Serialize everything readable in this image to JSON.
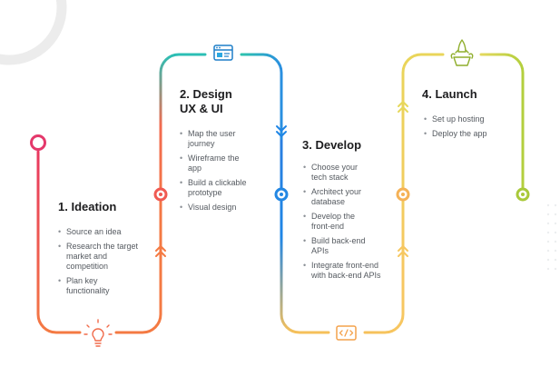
{
  "stages": [
    {
      "id": "ideation",
      "title": "1. Ideation",
      "items": [
        "Source an idea",
        "Research the target market and competition",
        "Plan key functionality"
      ],
      "icon": "lightbulb-icon",
      "color": "#f0574b"
    },
    {
      "id": "design",
      "title_line1": "2. Design",
      "title_line2": "UX & UI",
      "items": [
        "Map the user journey",
        "Wireframe the app",
        "Build a clickable prototype",
        "Visual design"
      ],
      "icon": "browser-window-icon",
      "color": "#1f9bd7"
    },
    {
      "id": "develop",
      "title": "3. Develop",
      "items": [
        "Choose your tech stack",
        "Architect your database",
        "Develop the front-end",
        "Build back-end APIs",
        "Integrate front-end with back-end APIs"
      ],
      "icon": "code-icon",
      "color": "#f4a24c"
    },
    {
      "id": "launch",
      "title": "4. Launch",
      "items": [
        "Set up hosting",
        "Deploy the app"
      ],
      "icon": "rocket-launch-icon",
      "color": "#a6c63a"
    }
  ],
  "colors": {
    "path_red": "#e84a5f",
    "path_orange": "#f47a43",
    "path_teal": "#25c0b0",
    "path_yellow": "#f7c761",
    "path_green": "#b3cf3d",
    "decor_ring": "#e9e9e9",
    "text_title": "#1d1d1f",
    "text_body": "#555a60"
  }
}
